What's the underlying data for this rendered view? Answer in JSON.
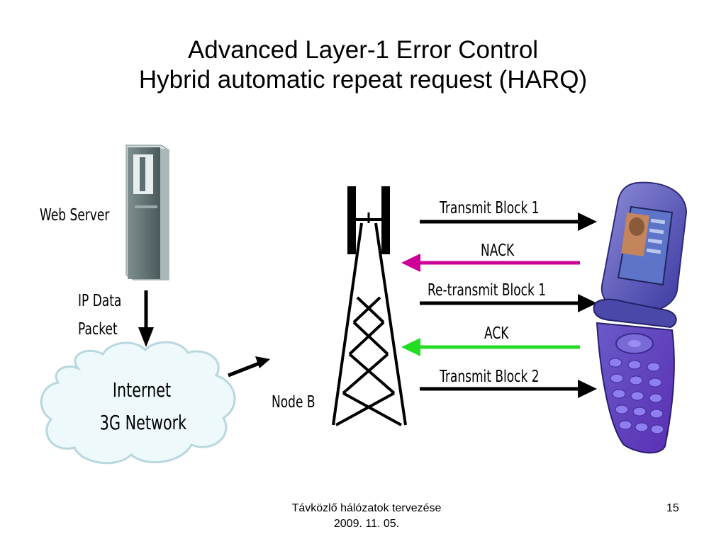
{
  "slide": {
    "title_line1": "Advanced Layer-1 Error Control",
    "title_line2": "Hybrid automatic repeat request (HARQ)"
  },
  "diagram": {
    "web_server_label": "Web Server",
    "ip_packet_line1": "IP Data",
    "ip_packet_line2": "Packet",
    "cloud_line1": "Internet",
    "cloud_line2": "3G Network",
    "node_b_label": "Node B",
    "messages": [
      {
        "label": "Transmit Block 1",
        "direction": "to-phone",
        "color": "#000000"
      },
      {
        "label": "NACK",
        "direction": "to-node-b",
        "color": "#cc0099"
      },
      {
        "label": "Re-transmit Block 1",
        "direction": "to-phone",
        "color": "#000000"
      },
      {
        "label": "ACK",
        "direction": "to-node-b",
        "color": "#22dd22"
      },
      {
        "label": "Transmit Block 2",
        "direction": "to-phone",
        "color": "#000000"
      }
    ]
  },
  "footer": {
    "line1": "Távközlő hálózatok tervezése",
    "line2": "2009. 11. 05.",
    "page_number": "15"
  }
}
